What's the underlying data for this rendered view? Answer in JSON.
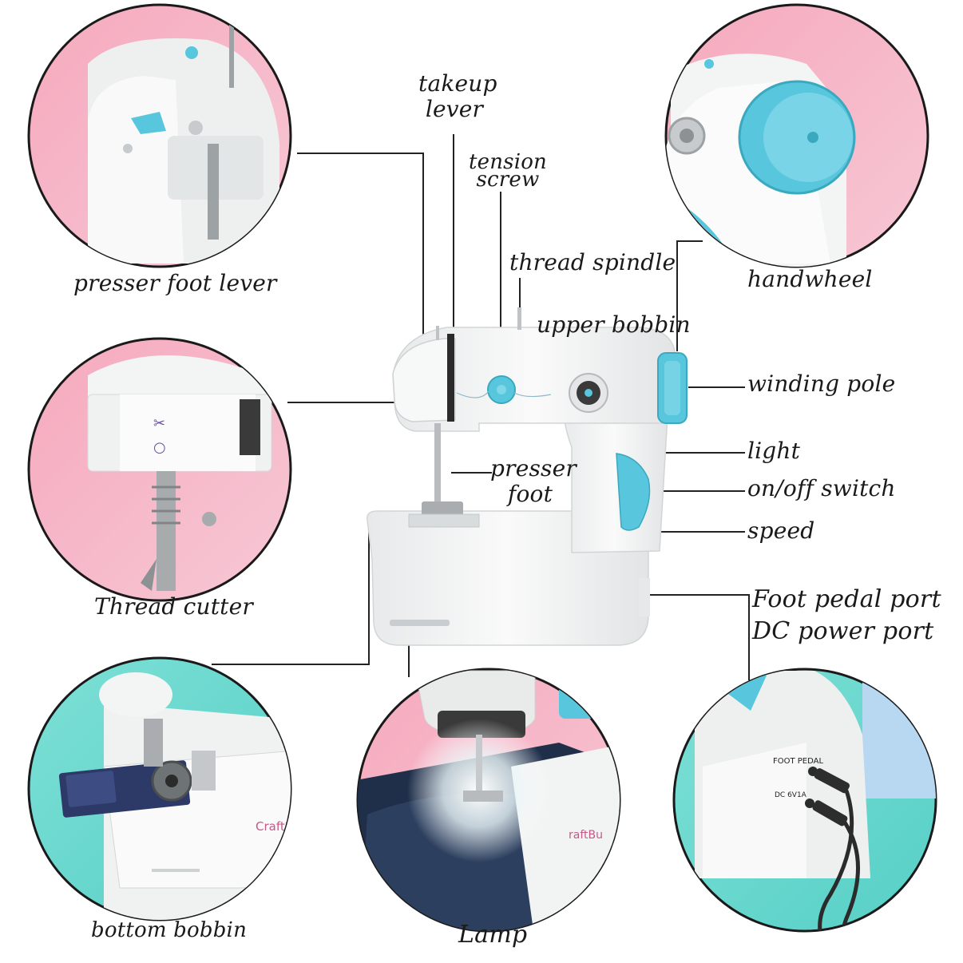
{
  "labels": {
    "presser_foot_lever": "presser foot lever",
    "thread_cutter": "Thread cutter",
    "bottom_bobbin": "bottom bobbin",
    "lamp": "Lamp",
    "handwheel": "handwheel",
    "takeup_lever_line1": "takeup",
    "takeup_lever_line2": "lever",
    "tension_screw_line1": "tension",
    "tension_screw_line2": "screw",
    "thread_spindle": "thread spindle",
    "upper_bobbin": "upper bobbin",
    "winding_pole": "winding pole",
    "light": "light",
    "on_off_switch": "on/off switch",
    "speed": "speed",
    "presser_foot_line1": "presser",
    "presser_foot_line2": "foot",
    "foot_pedal_port": "Foot pedal port",
    "dc_power_port": "DC power port"
  },
  "panel_text": {
    "foot_pedal_marking": "FOOT PEDAL",
    "dc_marking": "DC 6V1A",
    "brand_bottom": "CraftBu",
    "brand_lamp": "raftBu"
  },
  "colors": {
    "pink": "#f4b3c4",
    "teal": "#5fd0c8",
    "accent_blue": "#58c6dc",
    "machine_white": "#f3f4f4",
    "line": "#222222"
  }
}
